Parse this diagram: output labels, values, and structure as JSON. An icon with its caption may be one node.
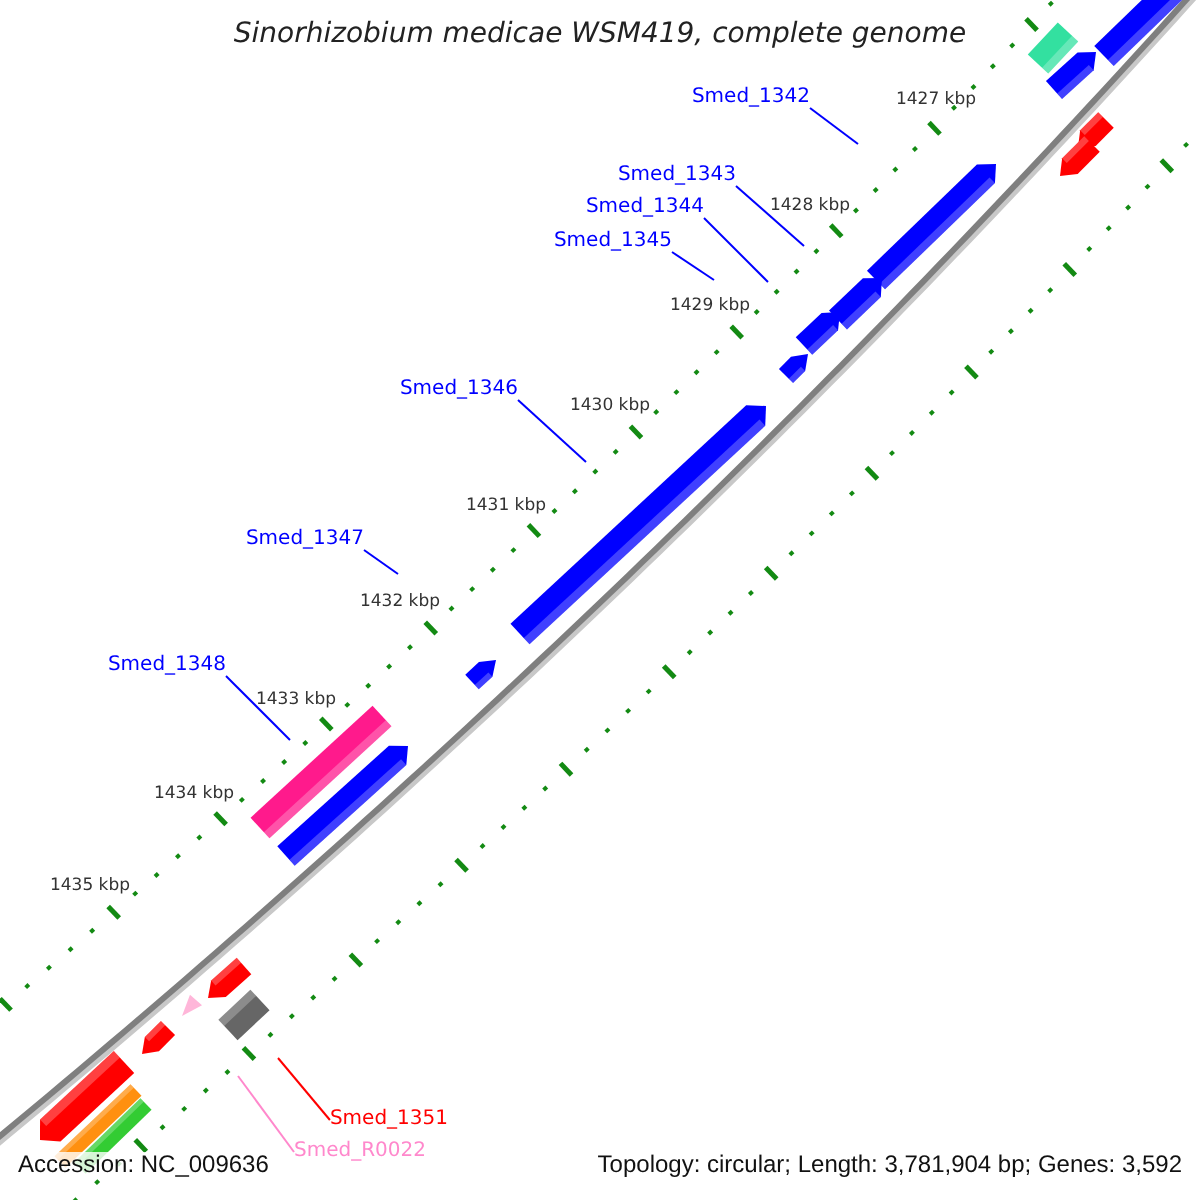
{
  "diagram": {
    "title": "Sinorhizobium medicae WSM419, complete genome",
    "nodes": [
      {
        "text": [
          "Smed_1342"
        ]
      },
      {
        "text": [
          "Smed_1343"
        ]
      },
      {
        "text": [
          "Smed_1344"
        ]
      },
      {
        "text": [
          "Smed_1345"
        ]
      },
      {
        "text": [
          "Smed_1346"
        ]
      },
      {
        "text": [
          "Smed_1347"
        ]
      },
      {
        "text": [
          "Smed_1348"
        ]
      },
      {
        "text": [
          "Smed_1351"
        ]
      },
      {
        "text": [
          "Smed_R0022"
        ]
      }
    ],
    "edges": [
      {
        "from": 0,
        "to": null,
        "arrow": "none"
      },
      {
        "from": 1,
        "to": null,
        "arrow": "none"
      },
      {
        "from": 2,
        "to": null,
        "arrow": "none"
      },
      {
        "from": 3,
        "to": null,
        "arrow": "none"
      },
      {
        "from": 4,
        "to": null,
        "arrow": "none"
      },
      {
        "from": 5,
        "to": null,
        "arrow": "none"
      },
      {
        "from": 6,
        "to": null,
        "arrow": "none"
      },
      {
        "from": 7,
        "to": null,
        "arrow": "none",
        "color": "#ff0000"
      },
      {
        "from": 8,
        "to": null,
        "arrow": "none",
        "color": "#ff88cc"
      }
    ],
    "labels": [
      "1427 kbp",
      "1428 kbp",
      "1429 kbp",
      "1430 kbp",
      "1431 kbp",
      "1432 kbp",
      "1433 kbp",
      "1434 kbp",
      "1435 kbp",
      "Accession: NC_009636",
      "Topology: circular; Length: 3,781,904 bp; Genes: 3,592"
    ]
  }
}
